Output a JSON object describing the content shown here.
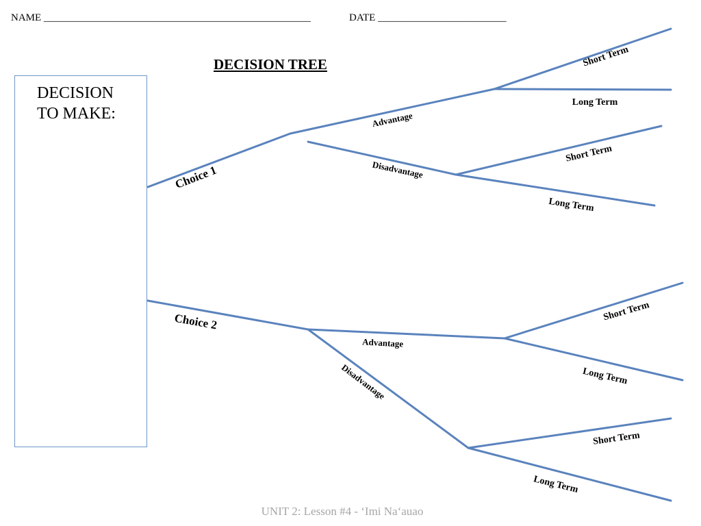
{
  "header": {
    "name_label": "NAME ____________________________________________________",
    "date_label": "DATE _________________________"
  },
  "title": "DECISION TREE",
  "decision_box": {
    "line1": "DECISION",
    "line2": "TO MAKE:"
  },
  "colors": {
    "branch": "#5a83bd",
    "box_border": "#6e95c6",
    "footer_text": "#a6a6a6"
  },
  "labels": {
    "choice1": "Choice 1",
    "choice2": "Choice 2",
    "advantage": "Advantage",
    "disadvantage": "Disadvantage",
    "short_term": "Short Term",
    "long_term": "Long Term"
  },
  "footer": "UNIT 2:  Lesson #4 - ‘Imi Na‘auao"
}
